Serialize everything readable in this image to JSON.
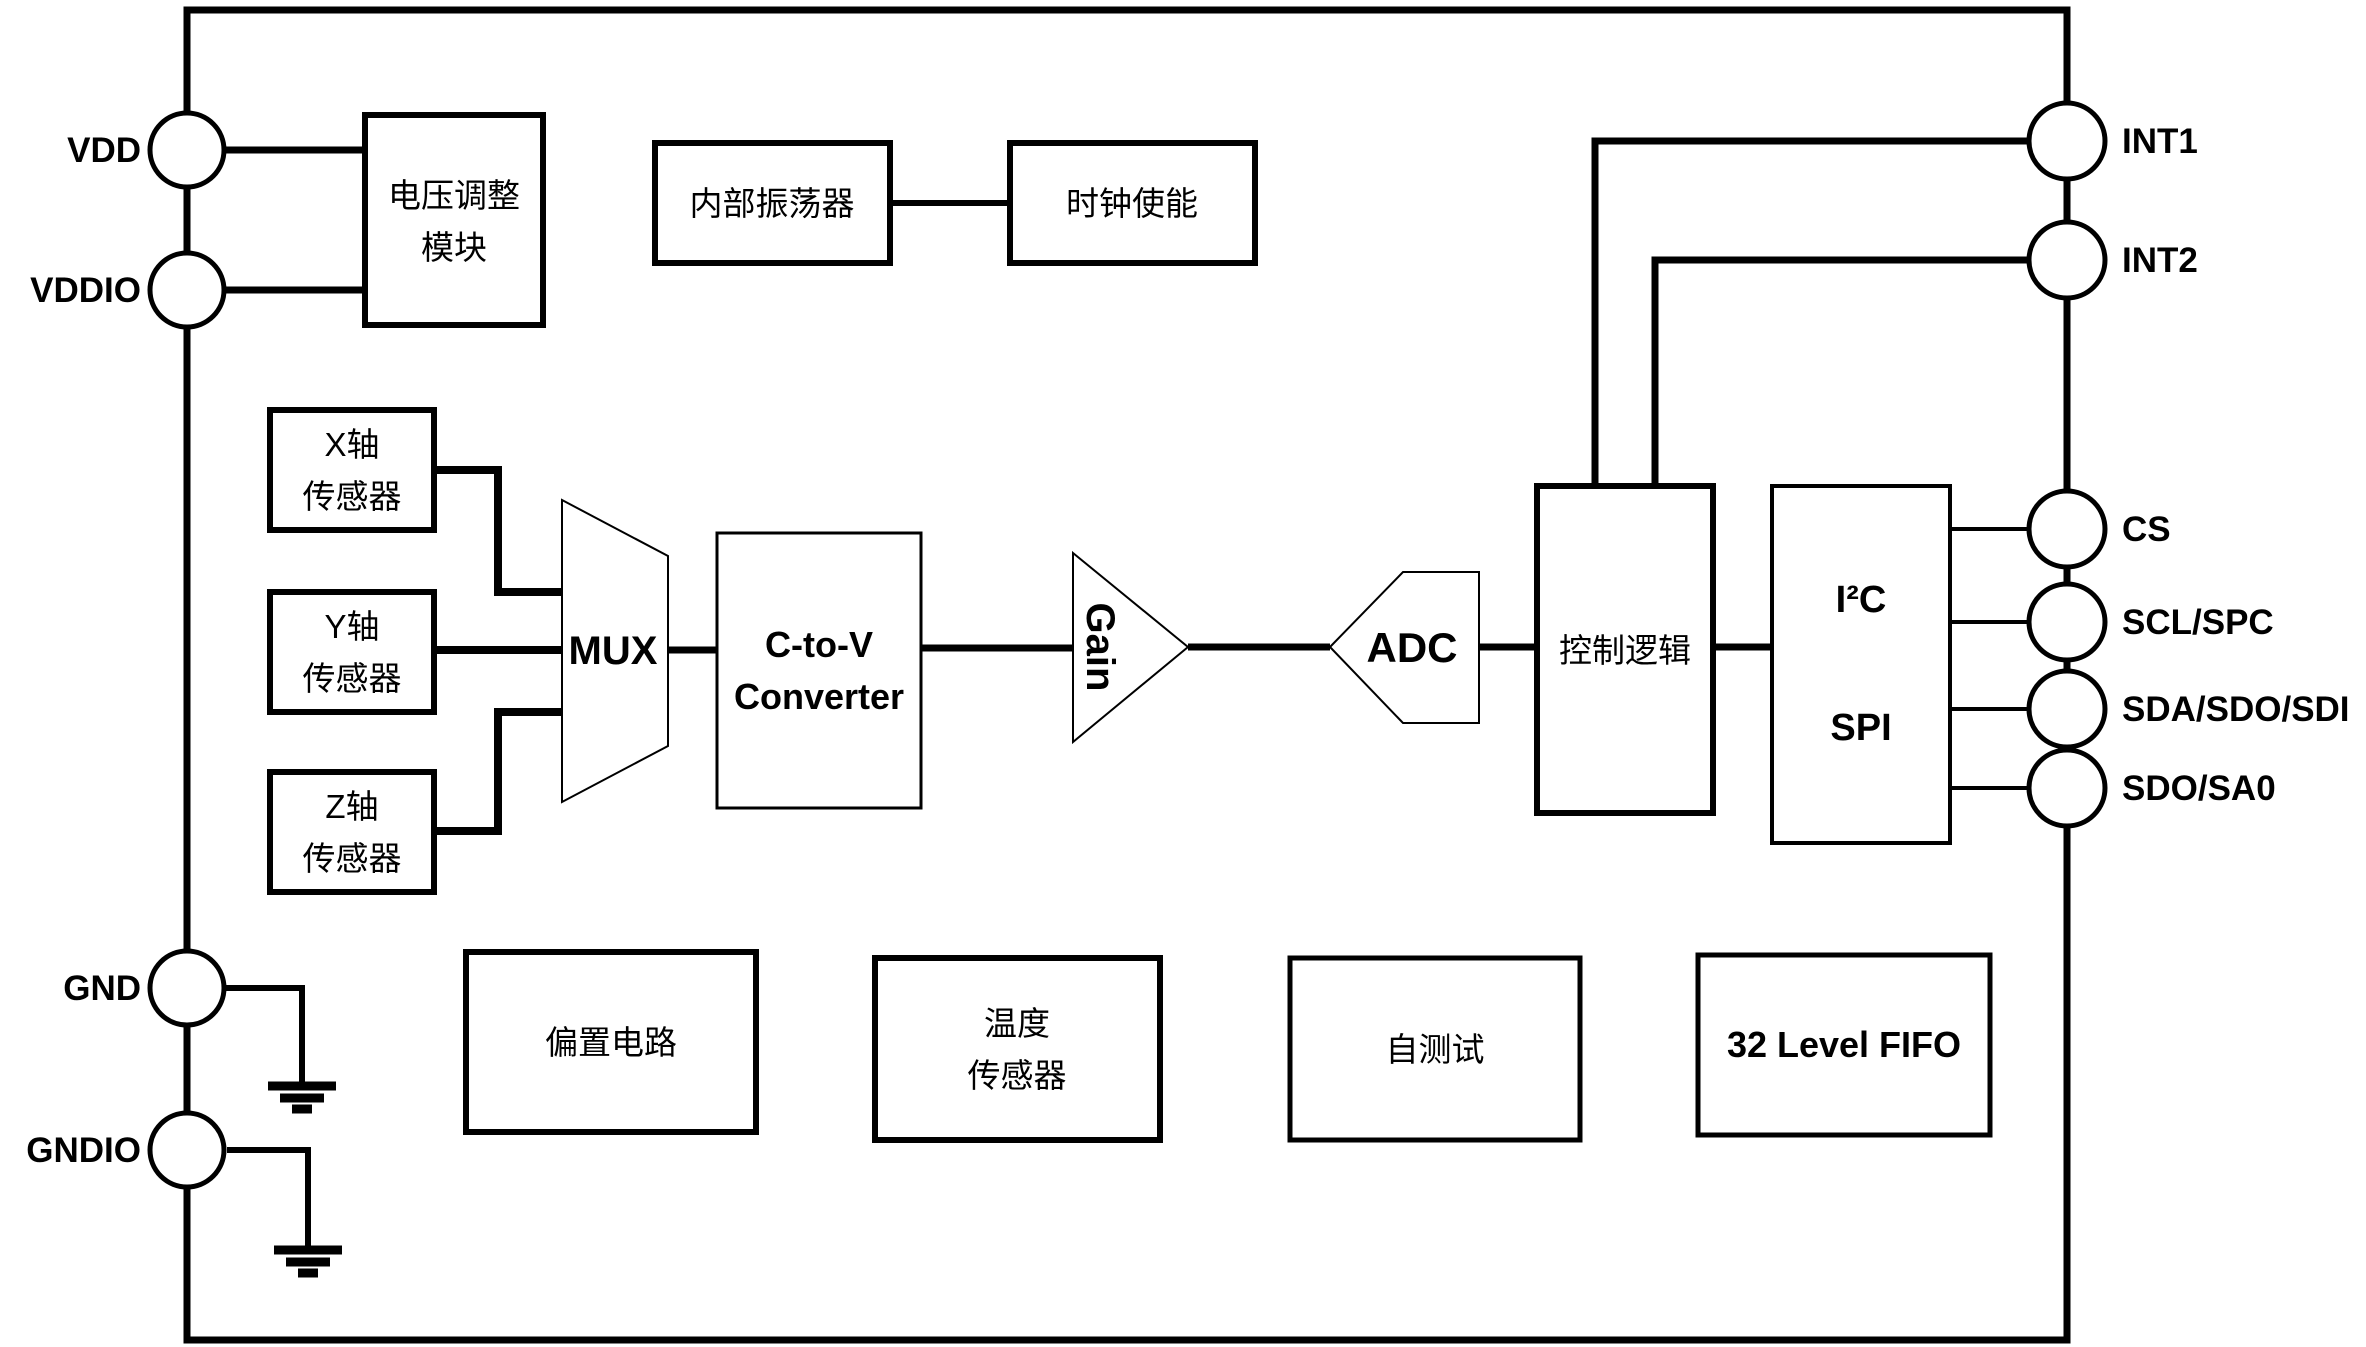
{
  "colors": {
    "stroke": "#000000",
    "background": "#ffffff"
  },
  "pins": {
    "vdd": "VDD",
    "vddio": "VDDIO",
    "gnd": "GND",
    "gndio": "GNDIO",
    "int1": "INT1",
    "int2": "INT2",
    "cs": "CS",
    "scl_spc": "SCL/SPC",
    "sda_sdo_sdi": "SDA/SDO/SDI",
    "sdo_sa0": "SDO/SA0"
  },
  "blocks": {
    "voltage_regulator": {
      "line1": "电压调整",
      "line2": "模块"
    },
    "internal_oscillator": {
      "label": "内部振荡器"
    },
    "clock_enable": {
      "label": "时钟使能"
    },
    "x_axis_sensor": {
      "line1": "X轴",
      "line2": "传感器"
    },
    "y_axis_sensor": {
      "line1": "Y轴",
      "line2": "传感器"
    },
    "z_axis_sensor": {
      "line1": "Z轴",
      "line2": "传感器"
    },
    "mux": {
      "label": "MUX"
    },
    "c_to_v_converter": {
      "line1": "C-to-V",
      "line2": "Converter"
    },
    "gain": {
      "label": "Gain"
    },
    "adc": {
      "label": "ADC"
    },
    "control_logic": {
      "label": "控制逻辑"
    },
    "i2c_spi": {
      "line1": "I²C",
      "line2": "SPI"
    },
    "bias_circuit": {
      "label": "偏置电路"
    },
    "temperature_sensor": {
      "line1": "温度",
      "line2": "传感器"
    },
    "self_test": {
      "label": "自测试"
    },
    "fifo": {
      "label": "32 Level FIFO"
    }
  }
}
